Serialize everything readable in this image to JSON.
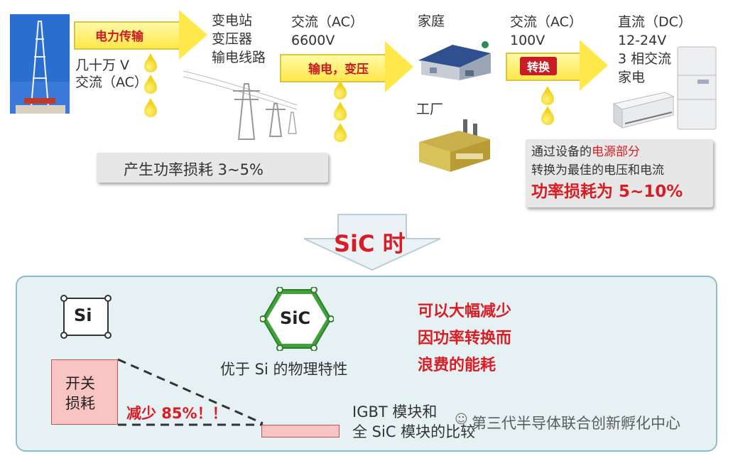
{
  "top": {
    "arrow1_label": "电力传输",
    "gen_line1": "几十万 V",
    "gen_line2": "交流（AC）",
    "substation_line1": "变电站",
    "substation_line2": "变压器",
    "substation_line3": "输电线路",
    "ac6600_line1": "交流（AC）",
    "ac6600_line2": "6600V",
    "arrow2_label": "输电，变压",
    "home_label": "家庭",
    "factory_label": "工厂",
    "ac100_line1": "交流（AC）",
    "ac100_line2": "100V",
    "arrow3_label": "转换",
    "dc_line1": "直流（DC）",
    "dc_line2": "12-24V",
    "dc_line3": "3 相交流",
    "dc_line4": "家电",
    "loss_box": "产生功率损耗 3~5%",
    "right_box_line1a": "通过设备的",
    "right_box_line1b": "电源部分",
    "right_box_line2": "转换为最佳的电压和电流",
    "right_box_line3": "功率损耗为 5~10%"
  },
  "middle": {
    "sic_when": "SiC 时"
  },
  "bottom": {
    "si_label": "Si",
    "sic_label": "SiC",
    "sic_caption": "优于 Si 的物理特性",
    "benefit_line1": "可以大幅减少",
    "benefit_line2": "因功率转换而",
    "benefit_line3": "浪费的能耗",
    "switch_loss_line1": "开关",
    "switch_loss_line2": "损耗",
    "reduce_label": "减少 85%！！",
    "compare_line1": "IGBT 模块和",
    "compare_line2": "全 SiC 模块的比较",
    "watermark": "第三代半导体联合创新孵化中心"
  },
  "colors": {
    "accent_red": "#d81e24",
    "arrow_yellow": "#ffe84a",
    "panel_bg": "#e6f1f3",
    "panel_border": "#8fbcc6"
  }
}
